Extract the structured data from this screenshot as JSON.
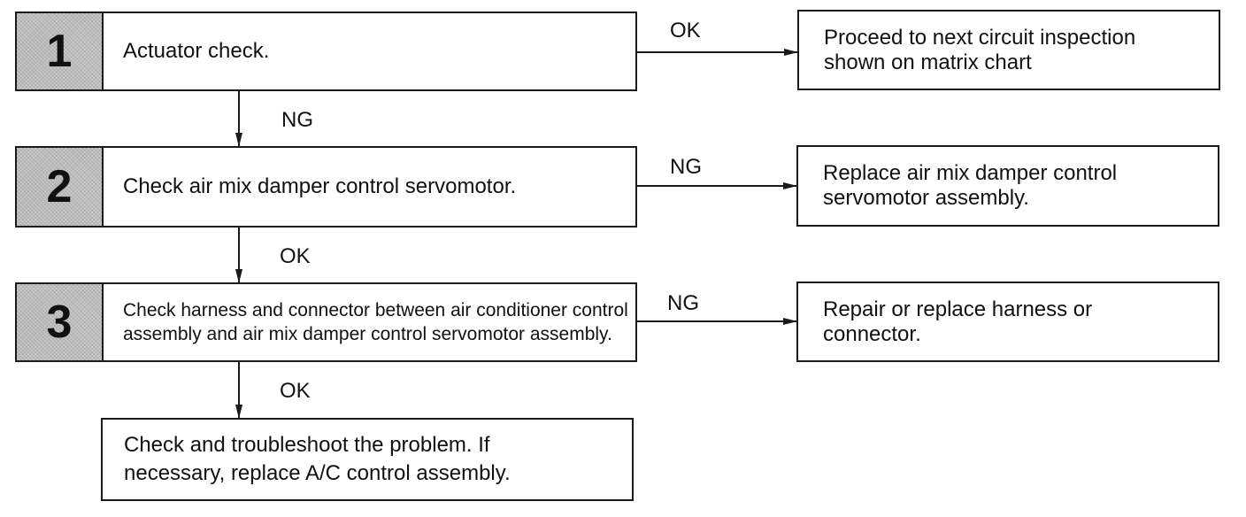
{
  "steps": [
    {
      "number": "1",
      "text": "Actuator check."
    },
    {
      "number": "2",
      "text": "Check air mix damper control servomotor."
    },
    {
      "number": "3",
      "text": "Check harness and connector between air conditioner control assembly and air mix damper control servomotor assembly."
    }
  ],
  "outcomes": [
    {
      "text": "Proceed to next circuit inspection\nshown on matrix chart"
    },
    {
      "text": "Replace air mix damper control\nservomotor assembly."
    },
    {
      "text": "Repair or replace harness or\nconnector."
    }
  ],
  "final": {
    "text": "Check and troubleshoot the problem.  If\nnecessary, replace A/C control assembly."
  },
  "labels": {
    "step1_right": "OK",
    "step1_down": "NG",
    "step2_right": "NG",
    "step2_down": "OK",
    "step3_right": "NG",
    "step3_down": "OK"
  }
}
